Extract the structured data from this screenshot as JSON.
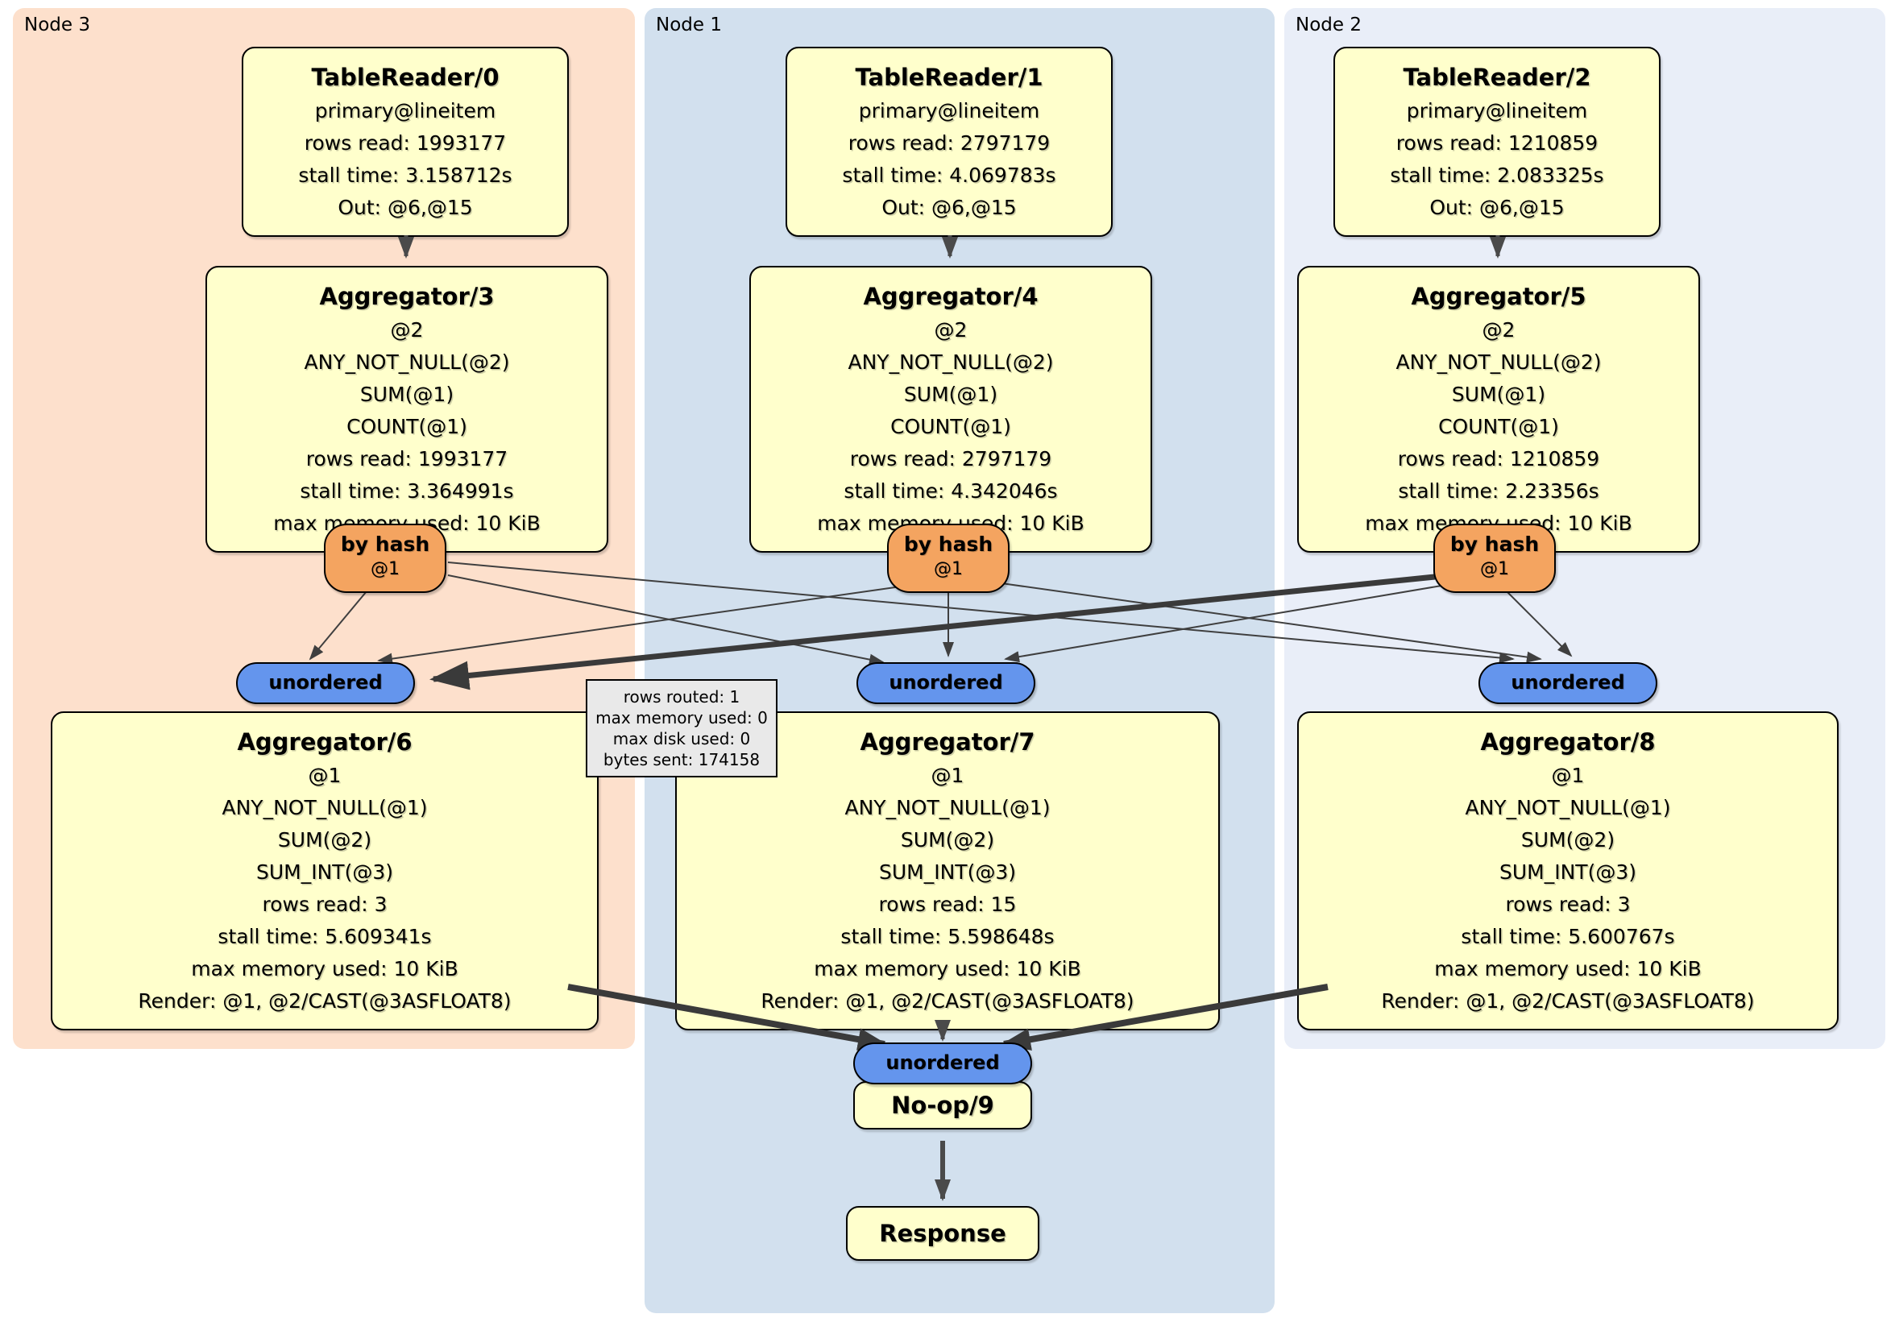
{
  "panels": [
    {
      "label": "Node 3"
    },
    {
      "label": "Node 1"
    },
    {
      "label": "Node 2"
    }
  ],
  "colors": {
    "panel_node3": "#fde0cc",
    "panel_node1": "#d2e0ee",
    "panel_node2": "#e9eef8",
    "box_fill": "#ffffcc",
    "router_fill": "#f4a460",
    "sync_fill": "#6495ed",
    "tooltip_fill": "#e9e9e9",
    "edge": "#3f3f3f"
  },
  "boxes": {
    "tr0": {
      "title": "TableReader/0",
      "lines": [
        "primary@lineitem",
        "rows read: 1993177",
        "stall time: 3.158712s",
        "Out: @6,@15"
      ]
    },
    "tr1": {
      "title": "TableReader/1",
      "lines": [
        "primary@lineitem",
        "rows read: 2797179",
        "stall time: 4.069783s",
        "Out: @6,@15"
      ]
    },
    "tr2": {
      "title": "TableReader/2",
      "lines": [
        "primary@lineitem",
        "rows read: 1210859",
        "stall time: 2.083325s",
        "Out: @6,@15"
      ]
    },
    "agg3": {
      "title": "Aggregator/3",
      "lines": [
        "@2",
        "ANY_NOT_NULL(@2)",
        "SUM(@1)",
        "COUNT(@1)",
        "rows read: 1993177",
        "stall time: 3.364991s",
        "max memory used: 10 KiB"
      ]
    },
    "agg4": {
      "title": "Aggregator/4",
      "lines": [
        "@2",
        "ANY_NOT_NULL(@2)",
        "SUM(@1)",
        "COUNT(@1)",
        "rows read: 2797179",
        "stall time: 4.342046s",
        "max memory used: 10 KiB"
      ]
    },
    "agg5": {
      "title": "Aggregator/5",
      "lines": [
        "@2",
        "ANY_NOT_NULL(@2)",
        "SUM(@1)",
        "COUNT(@1)",
        "rows read: 1210859",
        "stall time: 2.23356s",
        "max memory used: 10 KiB"
      ]
    },
    "agg6": {
      "title": "Aggregator/6",
      "lines": [
        "@1",
        "ANY_NOT_NULL(@1)",
        "SUM(@2)",
        "SUM_INT(@3)",
        "rows read: 3",
        "stall time: 5.609341s",
        "max memory used: 10 KiB",
        "Render: @1, @2/CAST(@3ASFLOAT8)"
      ]
    },
    "agg7": {
      "title": "Aggregator/7",
      "lines": [
        "@1",
        "ANY_NOT_NULL(@1)",
        "SUM(@2)",
        "SUM_INT(@3)",
        "rows read: 15",
        "stall time: 5.598648s",
        "max memory used: 10 KiB",
        "Render: @1, @2/CAST(@3ASFLOAT8)"
      ]
    },
    "agg8": {
      "title": "Aggregator/8",
      "lines": [
        "@1",
        "ANY_NOT_NULL(@1)",
        "SUM(@2)",
        "SUM_INT(@3)",
        "rows read: 3",
        "stall time: 5.600767s",
        "max memory used: 10 KiB",
        "Render: @1, @2/CAST(@3ASFLOAT8)"
      ]
    },
    "noop": {
      "title": "No-op/9"
    },
    "response": {
      "title": "Response"
    }
  },
  "router": {
    "label": "by hash",
    "key": "@1"
  },
  "sync_label": "unordered",
  "tooltip": {
    "lines": [
      "rows routed: 1",
      "max memory used: 0",
      "max disk used: 0",
      "bytes sent: 174158"
    ]
  }
}
